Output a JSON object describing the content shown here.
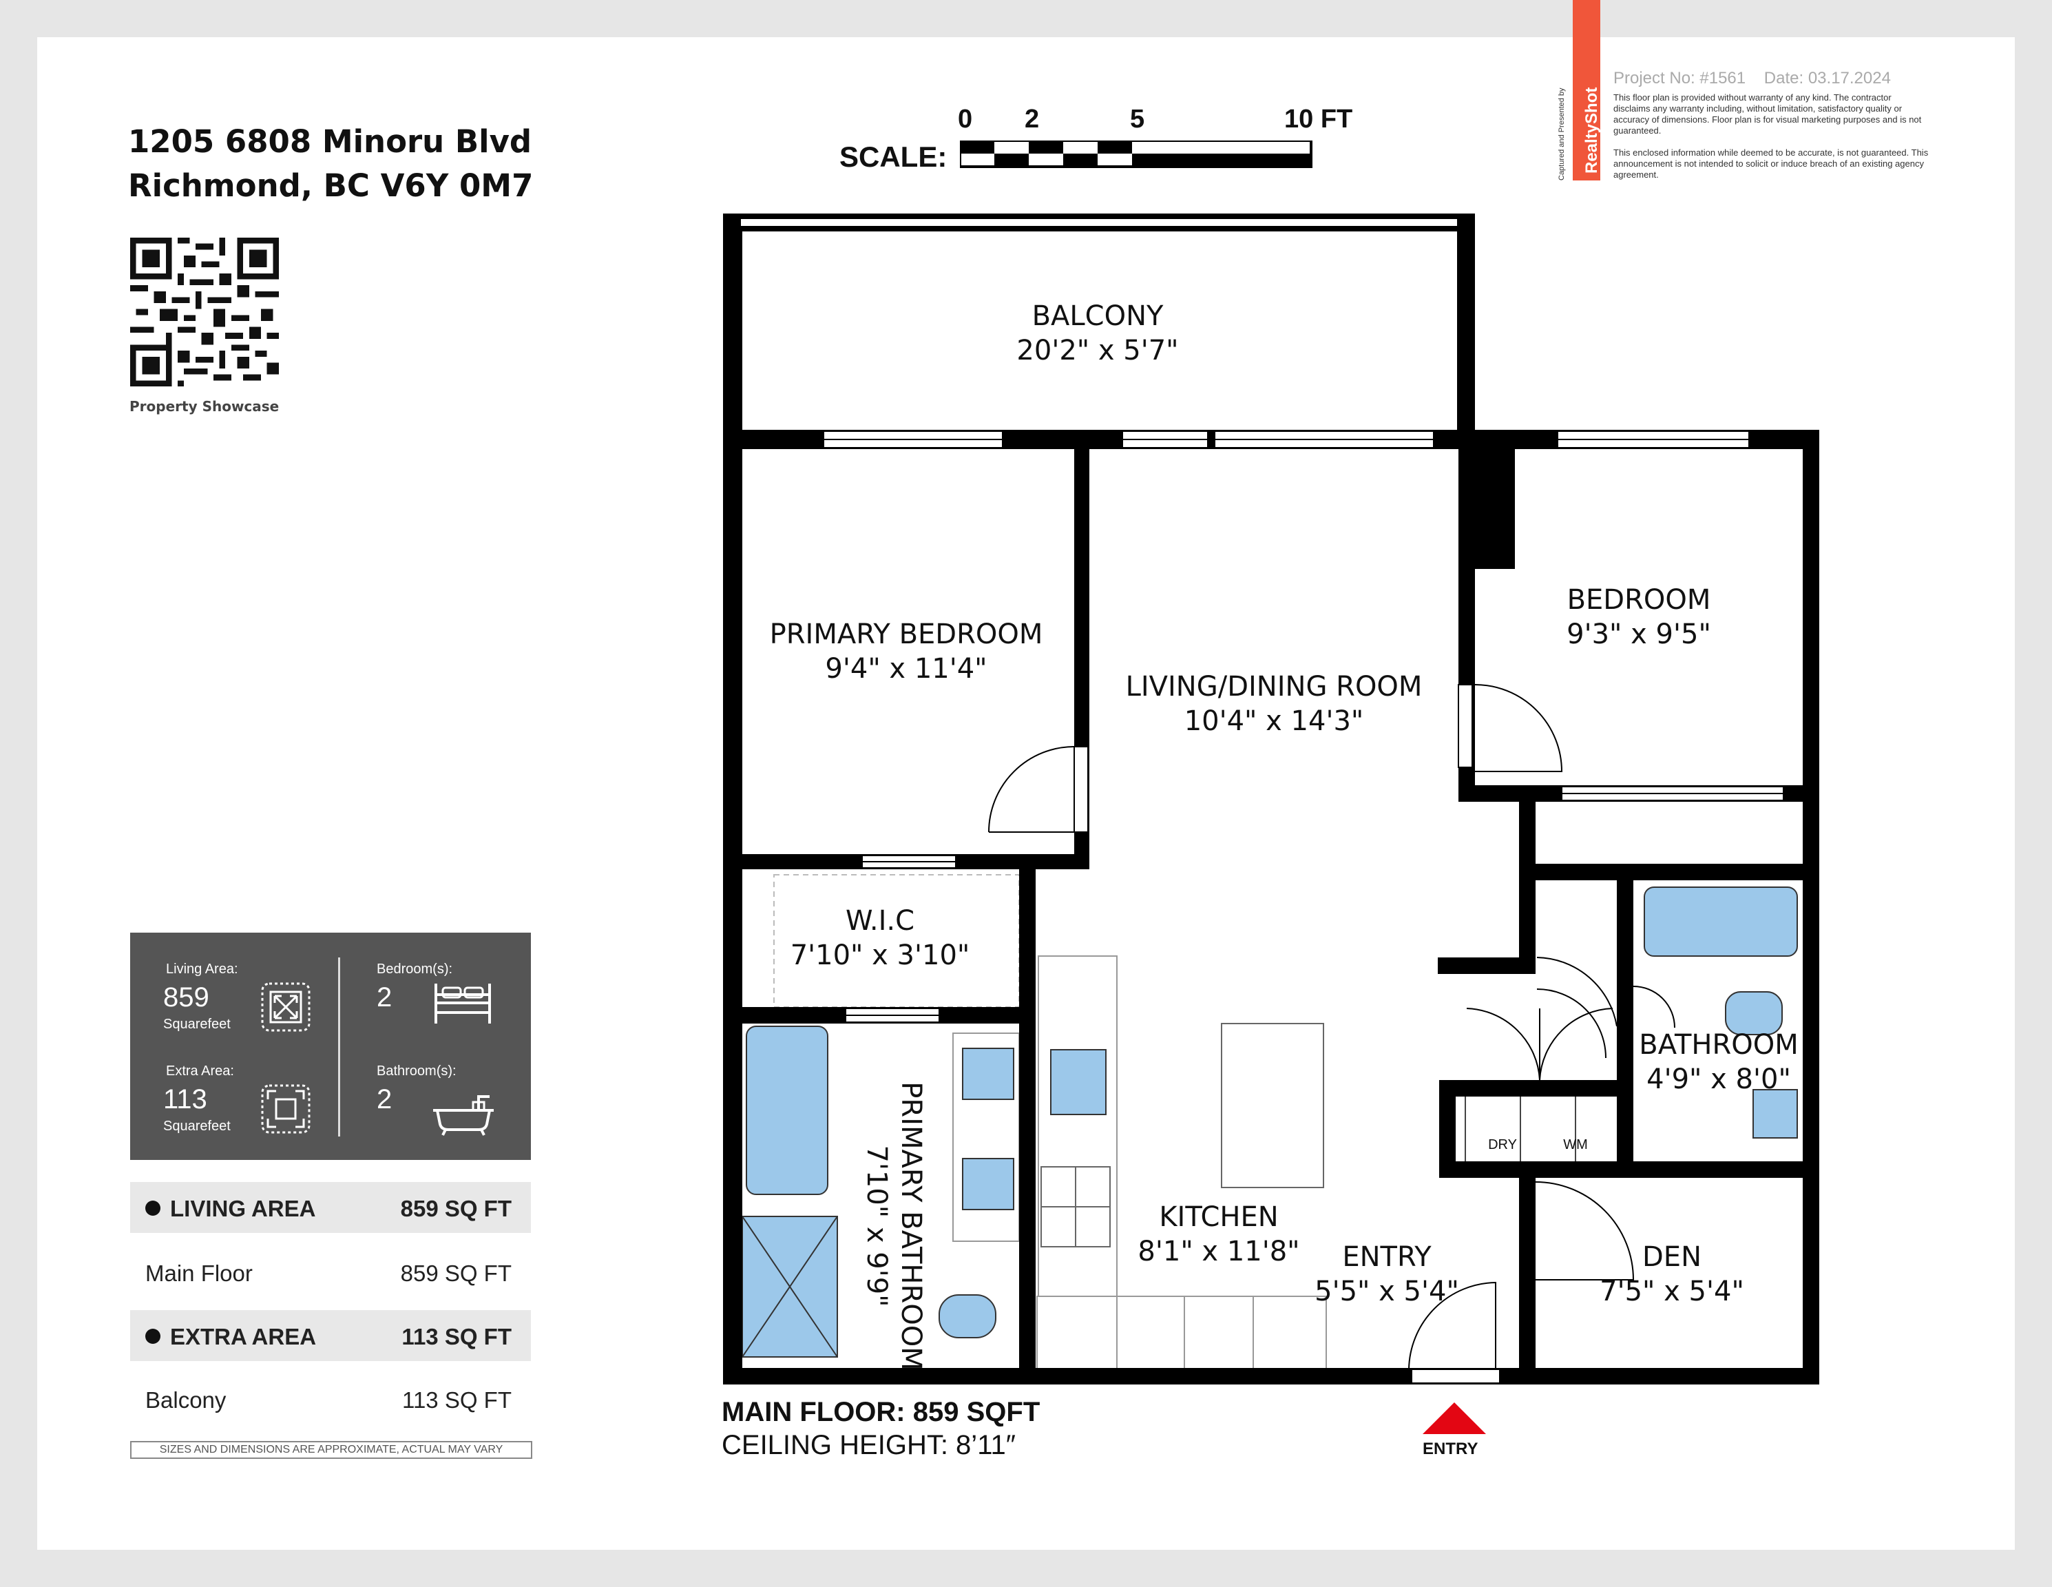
{
  "address": {
    "line1": "1205 6808 Minoru Blvd",
    "line2": "Richmond, BC V6Y 0M7"
  },
  "qr_caption": "Property Showcase",
  "summary_card": {
    "living_area_label": "Living Area:",
    "living_area_value": "859",
    "living_area_unit": "Squarefeet",
    "extra_area_label": "Extra Area:",
    "extra_area_value": "113",
    "extra_area_unit": "Squarefeet",
    "bedrooms_label": "Bedroom(s):",
    "bedrooms_value": "2",
    "bathrooms_label": "Bathroom(s):",
    "bathrooms_value": "2",
    "icons": [
      "expand-icon",
      "area-icon",
      "bed-icon",
      "bathtub-icon"
    ]
  },
  "area_table": [
    {
      "label": "LIVING AREA",
      "value": "859 SQ FT",
      "header": true
    },
    {
      "label": "Main Floor",
      "value": "859 SQ FT",
      "header": false
    },
    {
      "label": "EXTRA AREA",
      "value": "113 SQ FT",
      "header": true
    },
    {
      "label": "Balcony",
      "value": "113 SQ FT",
      "header": false
    }
  ],
  "disclaimer": "SIZES AND DIMENSIONS ARE APPROXIMATE, ACTUAL MAY VARY",
  "scale": {
    "label": "SCALE:",
    "ticks": [
      "0",
      "2",
      "5",
      "10 FT"
    ]
  },
  "header_info": {
    "brand": "RealtyShot",
    "captured_by": "Captured and Presented by",
    "project": "Project No: #1561",
    "date": "Date: 03.17.2024",
    "note1": "This floor plan is provided without warranty of any kind. The contractor disclaims any warranty including, without limitation, satisfactory quality or accuracy of dimensions. Floor plan is for visual marketing purposes and is not guaranteed.",
    "note2": "This enclosed information while deemed to be accurate, is not guaranteed. This announcement is not intended to solicit or induce breach of an existing agency agreement."
  },
  "rooms": [
    {
      "name": "BALCONY",
      "dims": "20'2\" x 5'7\""
    },
    {
      "name": "PRIMARY BEDROOM",
      "dims": "9'4\" x 11'4\""
    },
    {
      "name": "LIVING/DINING ROOM",
      "dims": "10'4\" x 14'3\""
    },
    {
      "name": "BEDROOM",
      "dims": "9'3\" x 9'5\""
    },
    {
      "name": "W.I.C",
      "dims": "7'10\" x 3'10\""
    },
    {
      "name": "PRIMARY BATHROOM",
      "dims": "7'10\" x 9'9\""
    },
    {
      "name": "KITCHEN",
      "dims": "8'1\" x 11'8\""
    },
    {
      "name": "ENTRY",
      "dims": "5'5\" x 5'4\""
    },
    {
      "name": "DEN",
      "dims": "7'5\" x 5'4\""
    },
    {
      "name": "BATHROOM",
      "dims": "4'9\" x 8'0\""
    }
  ],
  "appliances": {
    "dryer": "DRY",
    "washer": "WM"
  },
  "footer": {
    "main_floor": "MAIN FLOOR: 859 SQFT",
    "ceiling": "CEILING HEIGHT: 8’11″",
    "entry_marker": "ENTRY"
  },
  "colors": {
    "wall": "#000000",
    "fixture_blue": "#9cc8ea",
    "card_bg": "#555555",
    "entry_arrow": "#e30613",
    "brand": "#f0563a"
  }
}
